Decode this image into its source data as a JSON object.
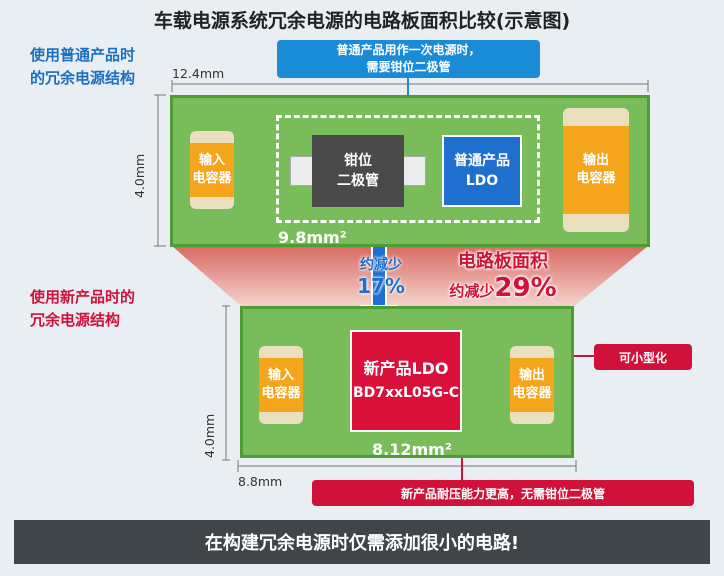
{
  "title": "车载电源系统冗余电源的电路板面积比较(示意图)",
  "top": {
    "label_line1": "使用普通产品时",
    "label_line2": "的冗余电源结构",
    "callout_line1": "普通产品用作一次电源时，",
    "callout_line2": "需要钳位二极管",
    "width": "12.4mm",
    "height": "4.0mm",
    "input_cap": [
      "输入",
      "电容器"
    ],
    "diode": [
      "钳位",
      "二极管"
    ],
    "ldo": [
      "普通产品",
      "LDO"
    ],
    "output_cap": [
      "输出",
      "电容器"
    ],
    "area": "9.8mm²"
  },
  "middle": {
    "reduce_prefix": "约减少",
    "reduce_value": "17%",
    "board_label": "电路板面积",
    "board_prefix": "约减少",
    "board_value": "29%"
  },
  "bottom": {
    "label_line1": "使用新产品时的",
    "label_line2": "冗余电源结构",
    "width": "8.8mm",
    "height": "4.0mm",
    "input_cap": [
      "输入",
      "电容器"
    ],
    "ldo_name": "新产品LDO",
    "ldo_part": "BD7xxL05G-C",
    "output_cap": [
      "输出",
      "电容器"
    ],
    "area": "8.12mm²",
    "callout_small": "可小型化",
    "callout_note": "新产品耐压能力更高，无需钳位二极管"
  },
  "footer": "在构建冗余电源时仅需添加很小的电路!",
  "colors": {
    "pcb": "#79bd5b",
    "capacitor": "#f4a51c",
    "ldo_blue": "#1f6fcf",
    "new_ldo_red": "#d8103a",
    "accent_blue": "#1a8bd6",
    "accent_red": "#d0113a"
  }
}
